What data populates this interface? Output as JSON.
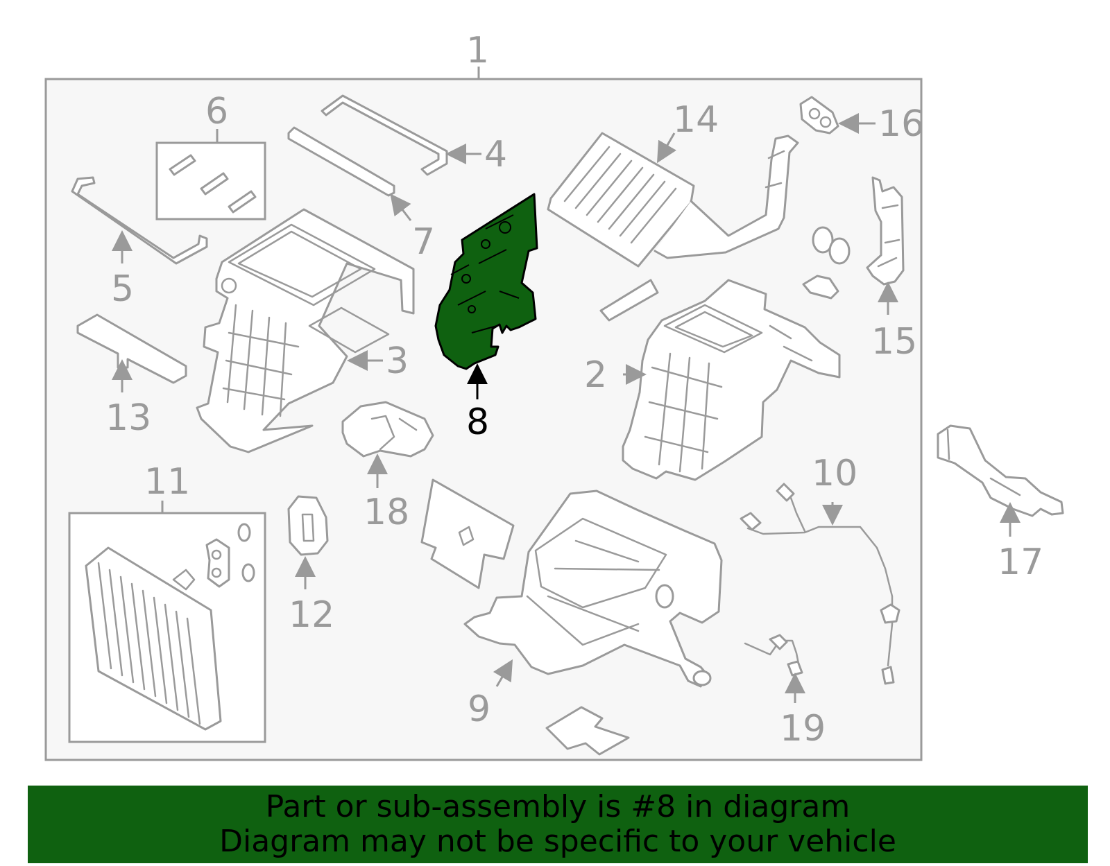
{
  "diagram": {
    "colors": {
      "line": "#9a9a9a",
      "frame_fill": "#f7f7f7",
      "highlight": "#0f6110",
      "highlight_label": "#000000"
    },
    "highlighted_part": "8",
    "callouts": {
      "c1": "1",
      "c2": "2",
      "c3": "3",
      "c4": "4",
      "c5": "5",
      "c6": "6",
      "c7": "7",
      "c8": "8",
      "c9": "9",
      "c10": "10",
      "c11": "11",
      "c12": "12",
      "c13": "13",
      "c14": "14",
      "c15": "15",
      "c16": "16",
      "c17": "17",
      "c18": "18",
      "c19": "19"
    }
  },
  "banner": {
    "line1": "Part or sub-assembly is #8 in diagram",
    "line2": "Diagram may not be specific to your vehicle"
  }
}
